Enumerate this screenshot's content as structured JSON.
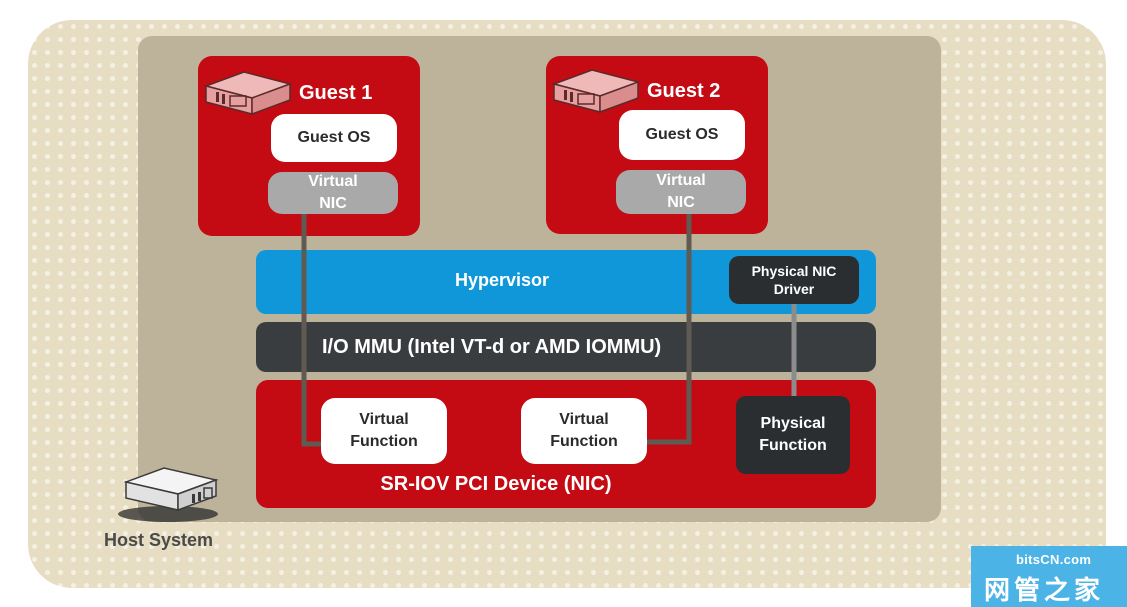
{
  "host": {
    "label": "Host System"
  },
  "guests": [
    {
      "title": "Guest 1",
      "os": "Guest OS",
      "vnic": "Virtual\nNIC"
    },
    {
      "title": "Guest 2",
      "os": "Guest OS",
      "vnic": "Virtual\nNIC"
    }
  ],
  "hypervisor": {
    "label": "Hypervisor",
    "driver": "Physical NIC\nDriver"
  },
  "iommu": {
    "label": "I/O MMU (Intel VT-d or AMD IOMMU)"
  },
  "device": {
    "label": "SR-IOV PCI Device (NIC)",
    "virtual_functions": [
      "Virtual\nFunction",
      "Virtual\nFunction"
    ],
    "physical_function": "Physical\nFunction"
  },
  "watermark": {
    "site": "bitsCN.com",
    "name": "网管之家"
  },
  "colors": {
    "red": "#c40a12",
    "hypervisor_blue": "#0f97d9",
    "dark": "#2b2e31",
    "connector": "#5f5a52"
  }
}
